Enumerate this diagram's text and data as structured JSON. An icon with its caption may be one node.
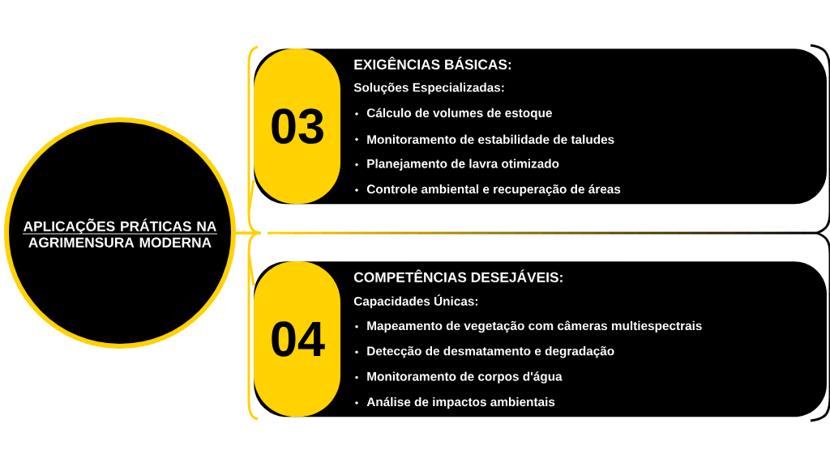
{
  "diagram": {
    "nodes": [
      {
        "text": [
          "APLICAÇÕES PRÁTICAS NA AGRIMENSURA MODERNA"
        ]
      },
      {
        "text": [
          "03",
          "EXIGÊNCIAS BÁSICAS:",
          "Soluções Especializadas:",
          "Cálculo de volumes de estoque",
          "Monitoramento de estabilidade de taludes",
          "Planejamento de lavra otimizado",
          "Controle ambiental e recuperação de áreas"
        ]
      },
      {
        "text": [
          "04",
          "COMPETÊNCIAS DESEJÁVEIS:",
          "Capacidades Únicas:",
          "Mapeamento de vegetação com câmeras multiespectrais",
          "Detecção de desmatamento e degradação",
          "Monitoramento de corpos d'água",
          "Análise de impactos ambientais"
        ]
      }
    ],
    "edges": [
      {
        "from": 0,
        "to": 1,
        "arrow": "none"
      },
      {
        "from": 0,
        "to": 2,
        "arrow": "none"
      }
    ]
  }
}
